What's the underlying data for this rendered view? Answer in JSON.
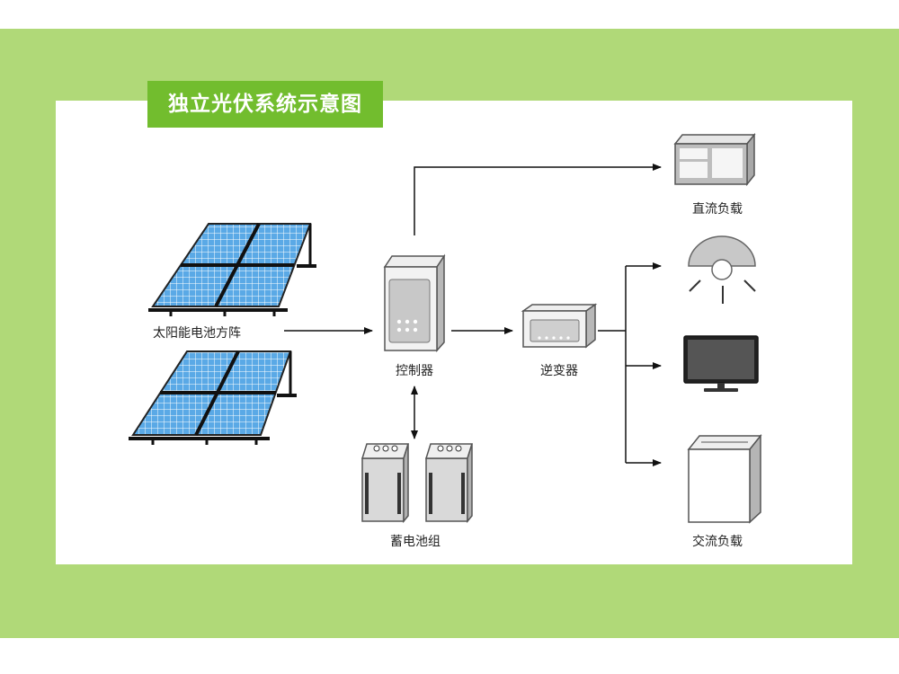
{
  "title": "独立光伏系统示意图",
  "colors": {
    "frame": "#b0d978",
    "title_bg": "#72bd2e",
    "solar_cell": "#5aa9e6",
    "device_gray": "#d9d9d9"
  },
  "nodes": {
    "solar_array": "太阳能电池方阵",
    "controller": "控制器",
    "inverter": "逆变器",
    "battery_bank": "蓄电池组",
    "dc_load": "直流负载",
    "ac_load": "交流负载"
  },
  "connections": [
    {
      "from": "solar_array",
      "to": "controller"
    },
    {
      "from": "controller",
      "to": "dc_load"
    },
    {
      "from": "controller",
      "to": "inverter"
    },
    {
      "from": "controller",
      "to": "battery_bank",
      "bidirectional": true
    },
    {
      "from": "inverter",
      "to": "ac_load"
    }
  ],
  "ac_load_icons": [
    "lamp-icon",
    "television-icon",
    "washing-machine-icon"
  ],
  "dc_load_icon": "dc-device-icon"
}
